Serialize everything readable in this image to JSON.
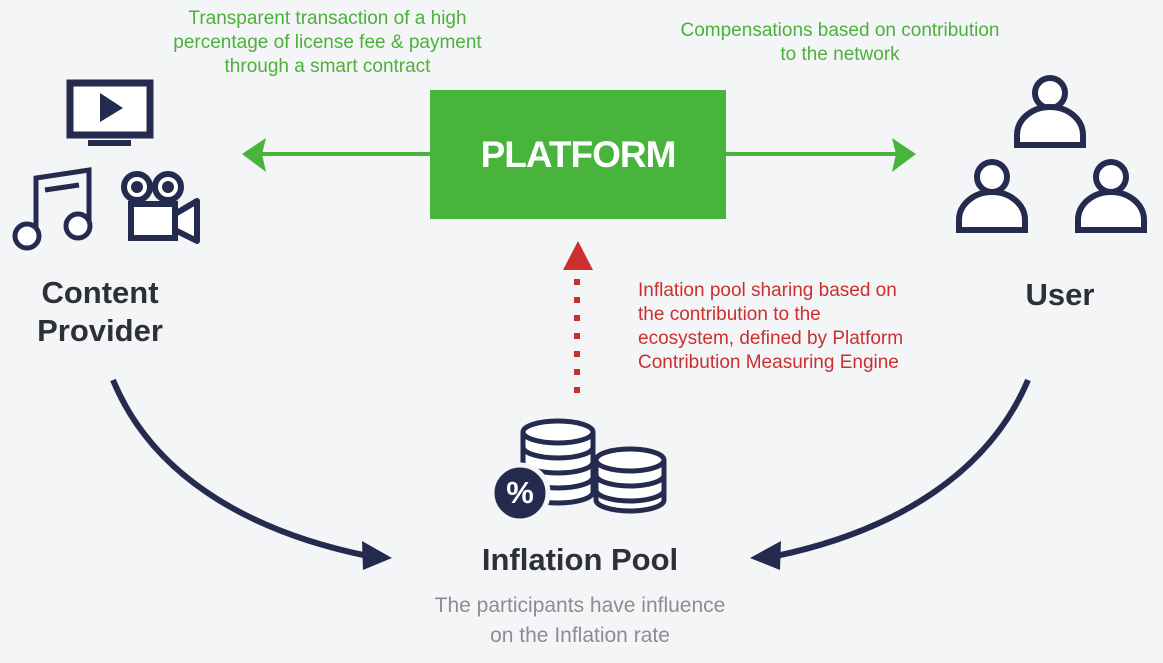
{
  "colors": {
    "background": "#f4f5f7",
    "navy": "#252b4f",
    "green": "#48b43c",
    "green_text": "#4cb03c",
    "red": "#cc2f2f",
    "grey_text": "#8a8d93"
  },
  "platform": {
    "label": "PLATFORM"
  },
  "content_provider": {
    "label_line1": "Content",
    "label_line2": "Provider",
    "icons": [
      "tv-play-icon",
      "music-note-icon",
      "video-camera-icon"
    ]
  },
  "user": {
    "label": "User",
    "icons": [
      "users-group-icon"
    ]
  },
  "inflation_pool": {
    "label": "Inflation Pool",
    "note_line1": "The participants have influence",
    "note_line2": "on the Inflation rate",
    "icons": [
      "coins-stack-icon",
      "percent-badge-icon"
    ],
    "percent_symbol": "%"
  },
  "annotations": {
    "left_arrow": {
      "line1": "Transparent transaction of a high",
      "line2": "percentage of license fee & payment",
      "line3": "through a smart contract"
    },
    "right_arrow": {
      "line1": "Compensations based on contribution",
      "line2": "to the network"
    },
    "inflation_arrow": {
      "line1": "Inflation pool sharing based on",
      "line2": "the contribution to the",
      "line3": "ecosystem, defined by Platform",
      "line4": "Contribution Measuring Engine"
    }
  }
}
